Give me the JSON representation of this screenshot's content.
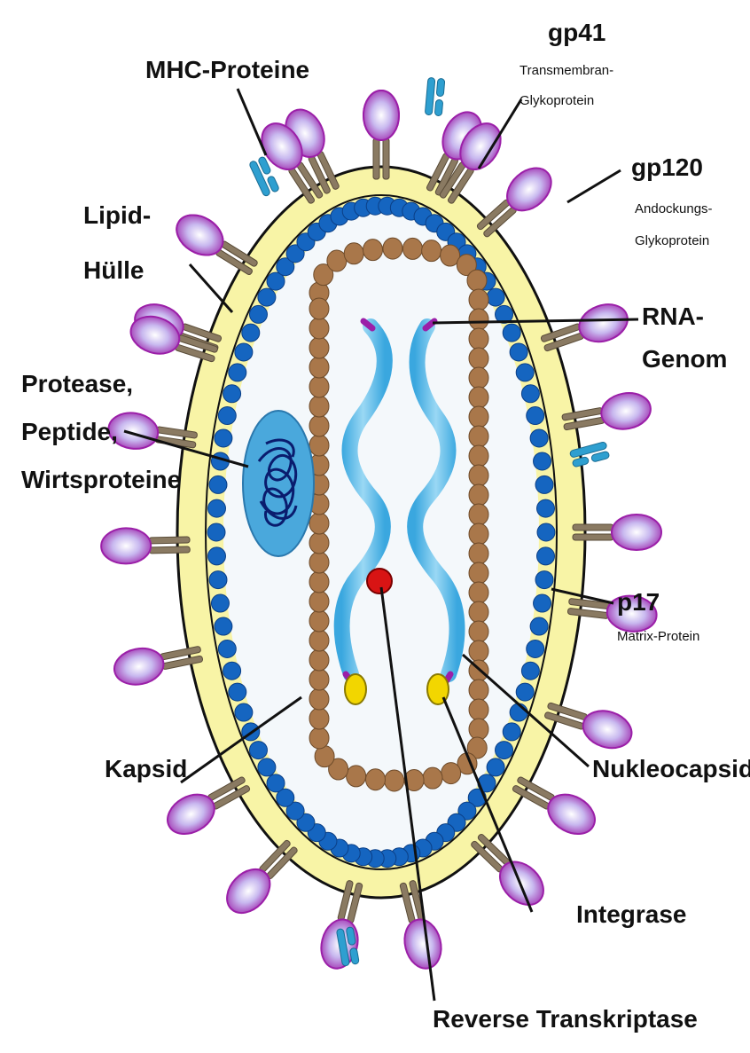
{
  "labels": {
    "mhc": "MHC-Proteine",
    "gp41": "gp41",
    "gp41_sub1": "Transmembran-",
    "gp41_sub2": "Glykoprotein",
    "gp120": "gp120",
    "gp120_sub1": "Andockungs-",
    "gp120_sub2": "Glykoprotein",
    "lipid1": "Lipid-",
    "lipid2": "Hülle",
    "rna1": "RNA-",
    "rna2": "Genom",
    "protease1": "Protease,",
    "protease2": "Peptide,",
    "protease3": "Wirtsproteine",
    "p17": "p17",
    "p17_sub": "Matrix-Protein",
    "kapsid": "Kapsid",
    "nukleocapsid": "Nukleocapsid",
    "integrase": "Integrase",
    "rt": "Reverse Transkriptase"
  },
  "colors": {
    "envelope": "#f8f4a6",
    "matrix": "#1565c0",
    "capsid": "#a9774a",
    "rna": "#4fb8e8",
    "gp120": "#9b1fa8",
    "gp41": "#8a7a62",
    "mhc": "#2e9fd0",
    "integrase": "#f2d600",
    "rt": "#d81414",
    "protease": "#4aa8dc"
  }
}
